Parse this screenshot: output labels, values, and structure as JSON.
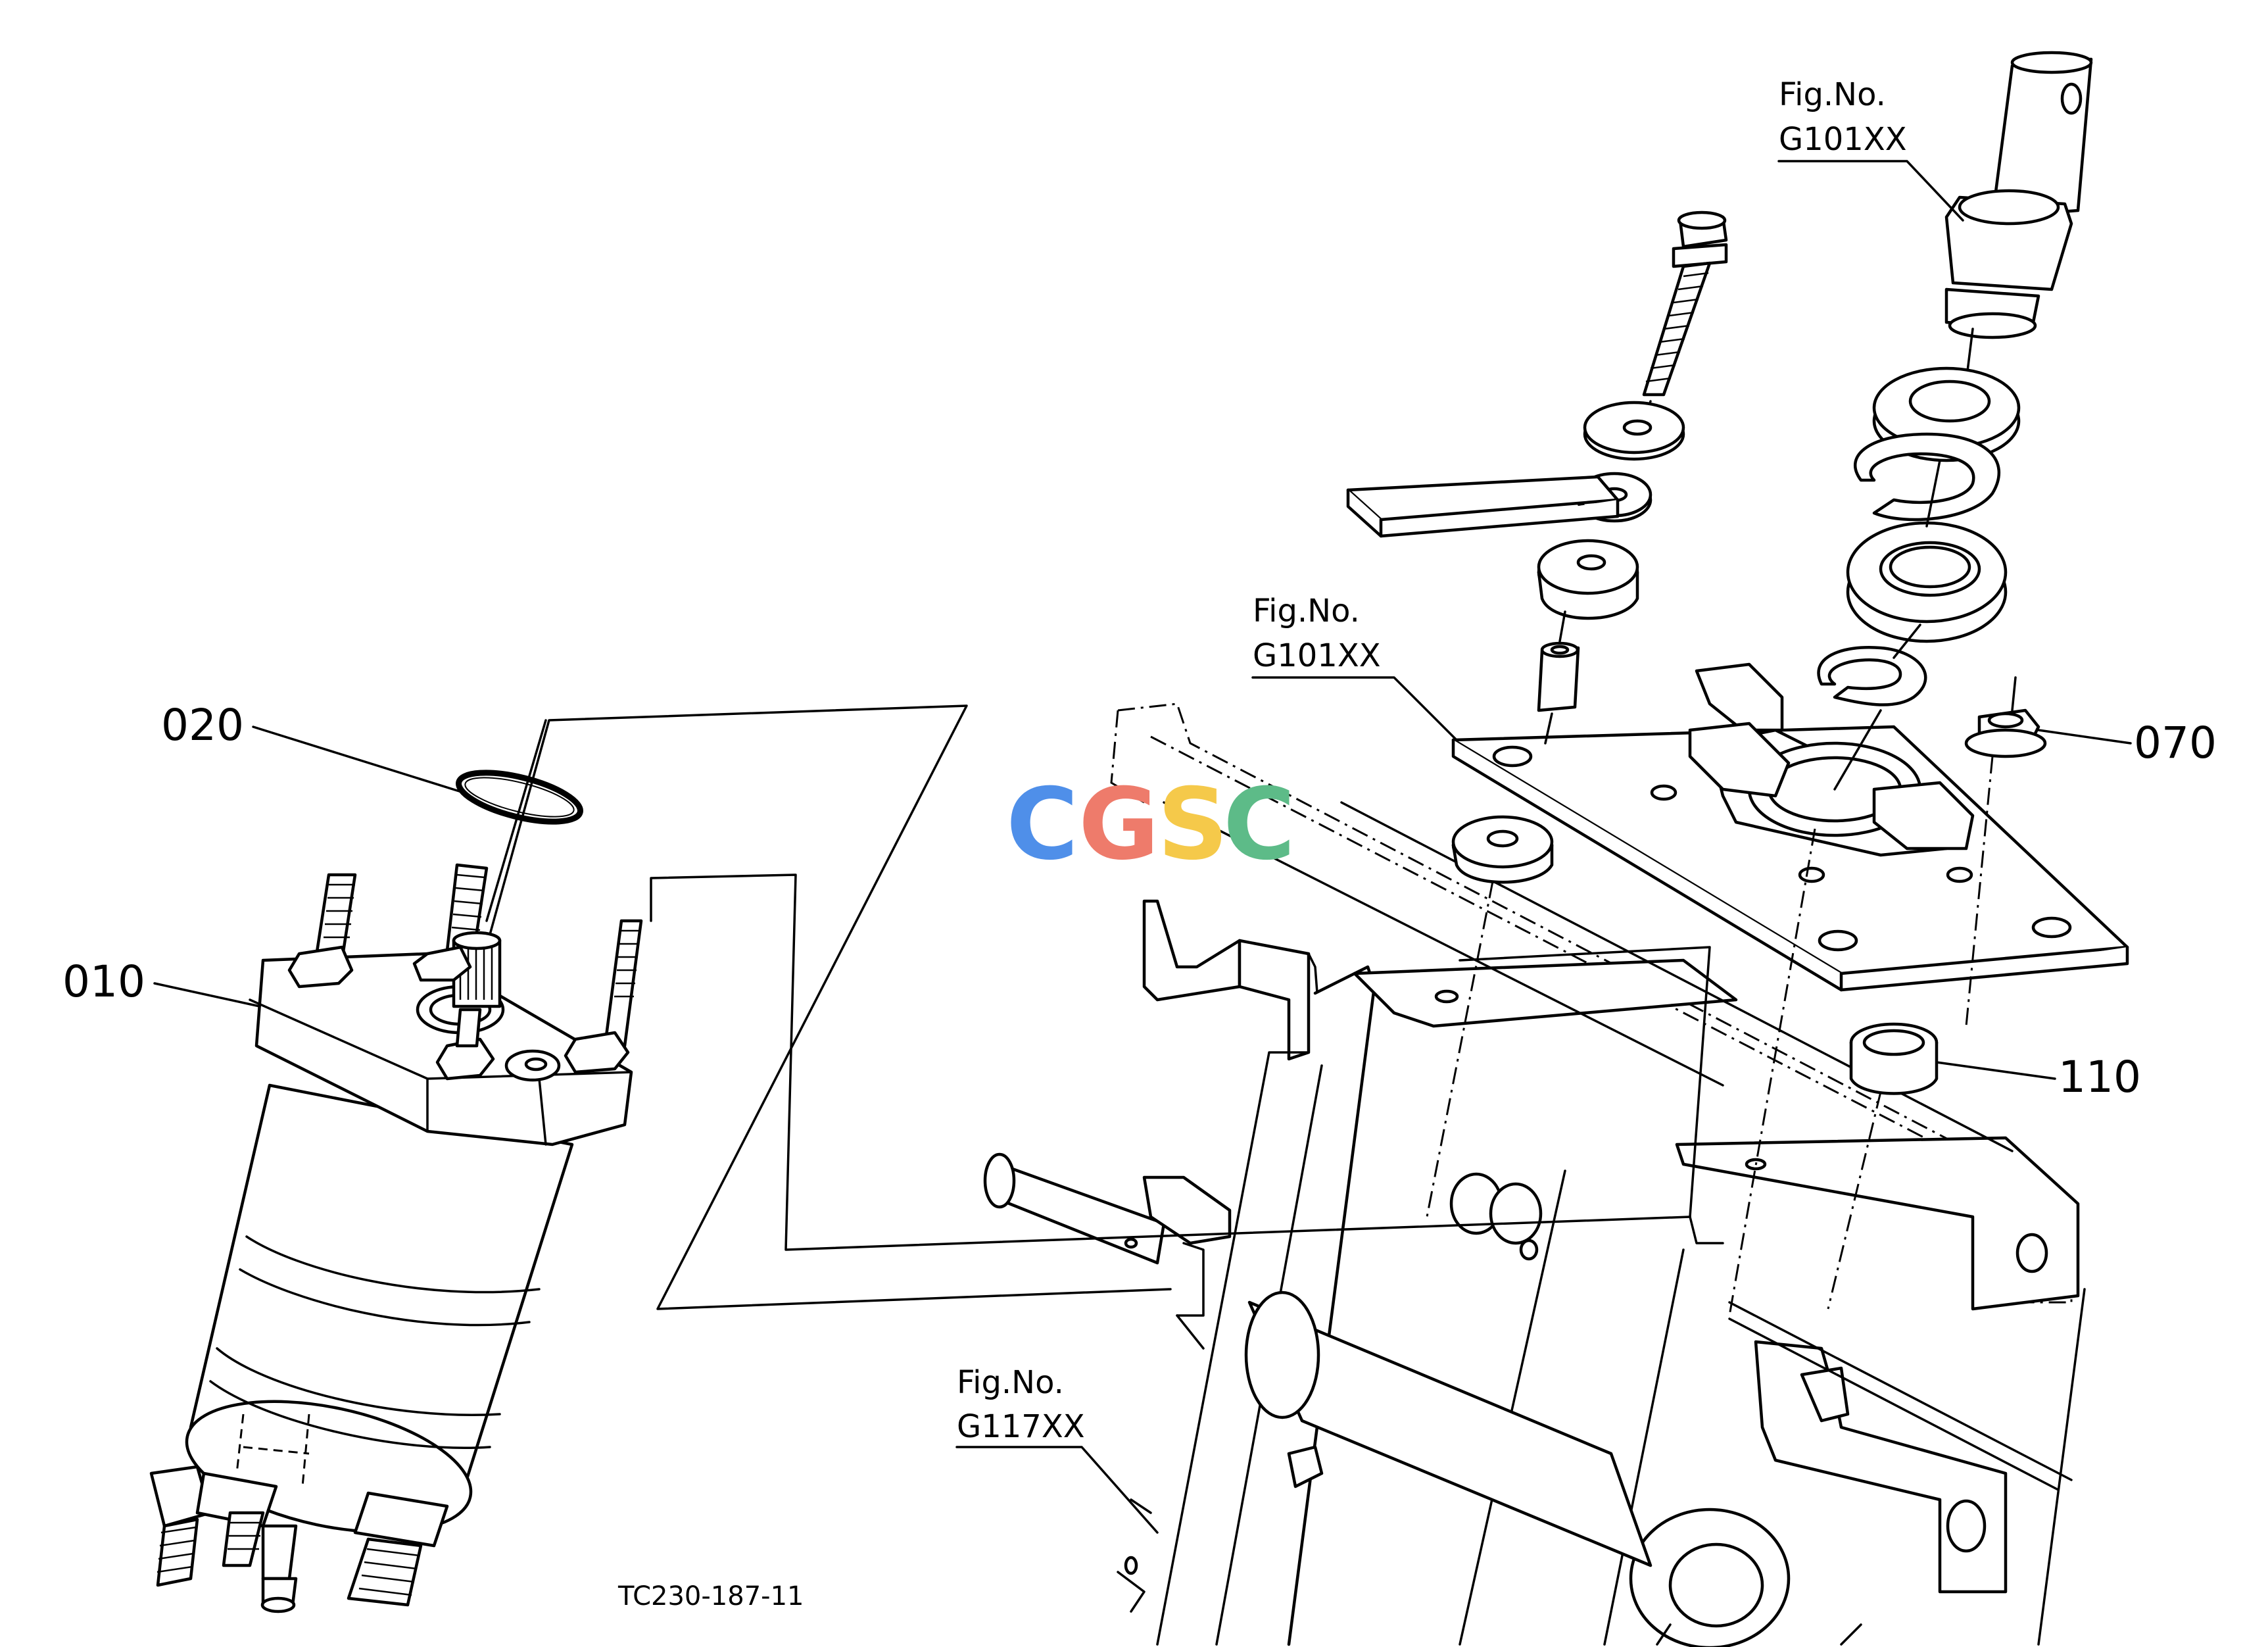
{
  "callouts": {
    "p010": "010",
    "p020": "020",
    "p070": "070",
    "p110": "110"
  },
  "figure_refs": {
    "top": {
      "line1": "Fig.No.",
      "line2": "G101XX"
    },
    "middle": {
      "line1": "Fig.No.",
      "line2": "G101XX"
    },
    "bottom": {
      "line1": "Fig.No.",
      "line2": "G117XX"
    }
  },
  "drawing_code": "TC230-187-11",
  "watermark": {
    "letters": [
      "C",
      "G",
      "S",
      "C"
    ],
    "colors": [
      "#4f8fe9",
      "#ee7b6b",
      "#f5c94a",
      "#5dbb88"
    ]
  }
}
